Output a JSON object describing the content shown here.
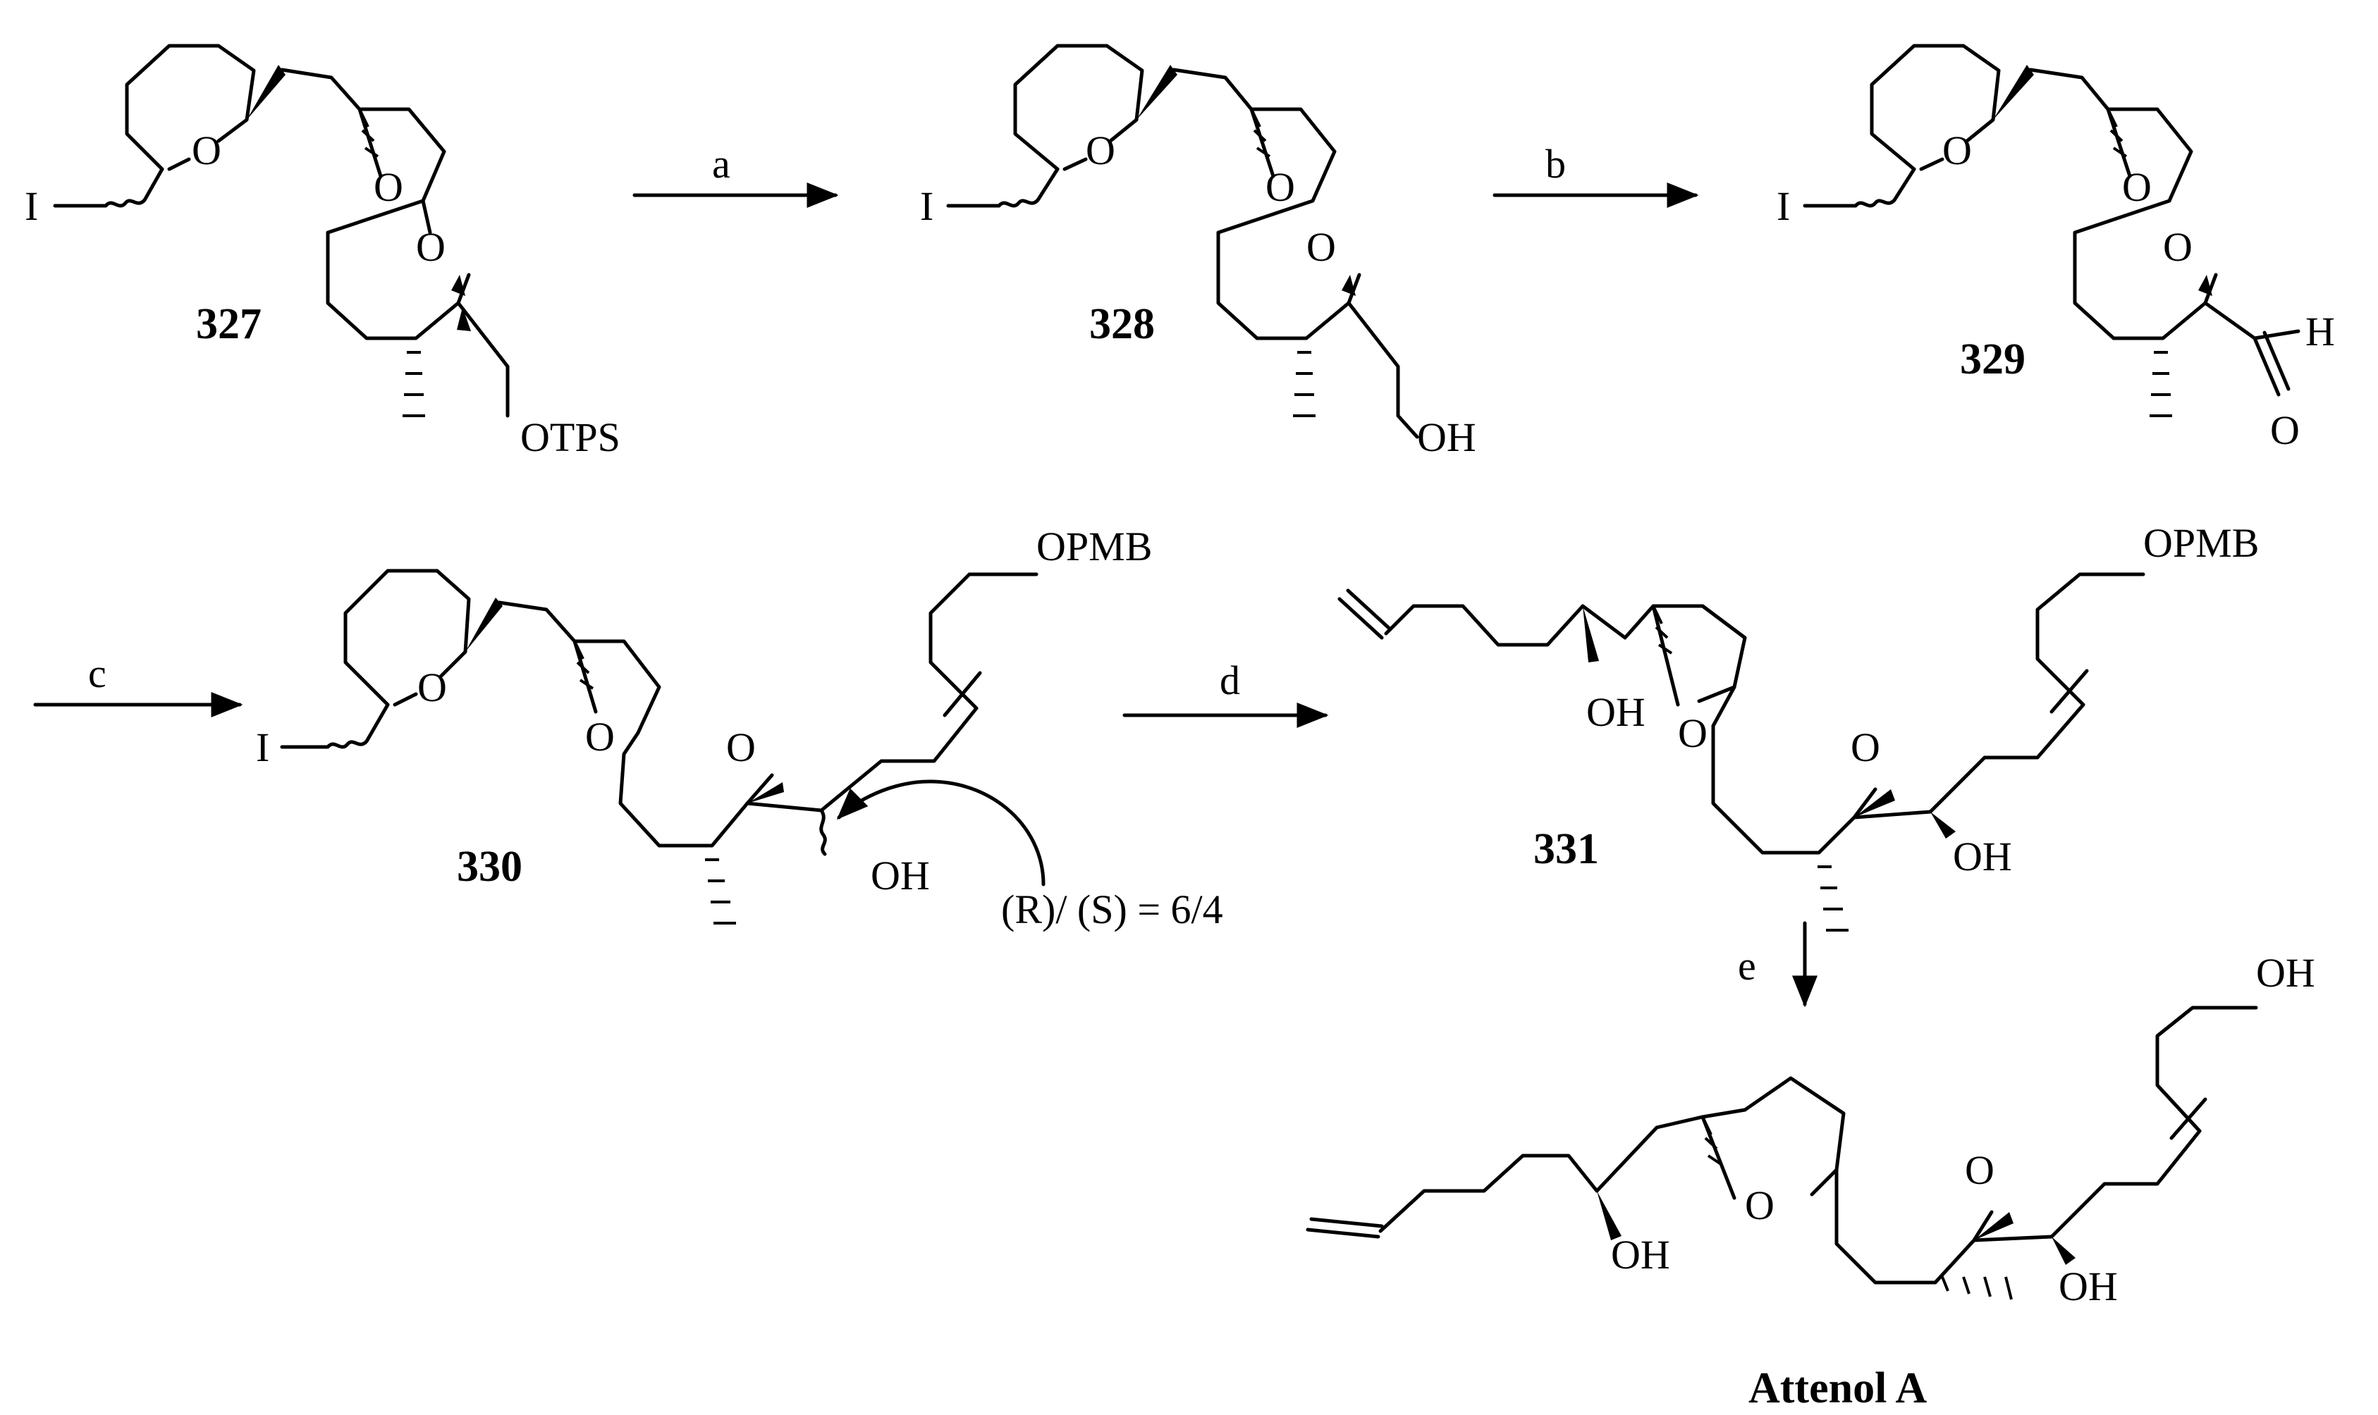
{
  "compounds": [
    {
      "id": "327",
      "protecting_group": "OTPS"
    },
    {
      "id": "328",
      "end_group": "OH"
    },
    {
      "id": "329",
      "end_group": "H",
      "carbonyl": "O"
    },
    {
      "id": "330",
      "side_chain_group": "OPMB",
      "hydroxyl": "OH",
      "ratio_note": "(R)/ (S) = 6/4"
    },
    {
      "id": "331",
      "side_chain_group": "OPMB",
      "hydroxyl_left": "OH",
      "hydroxyl_right": "OH"
    },
    {
      "id": "Attenol A",
      "end_group": "OH",
      "hydroxyl_left": "OH",
      "hydroxyl_right": "OH"
    }
  ],
  "steps": [
    "a",
    "b",
    "c",
    "d",
    "e"
  ],
  "atoms": {
    "iodine": "I",
    "oxygen": "O"
  }
}
